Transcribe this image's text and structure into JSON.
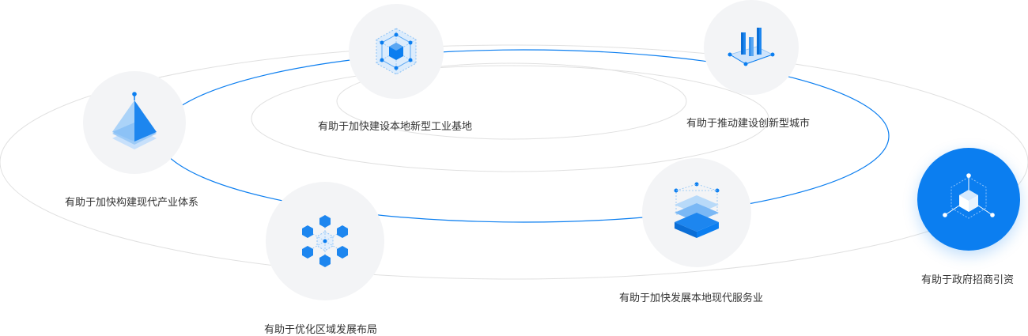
{
  "colors": {
    "accent": "#0b7ef0",
    "node_bg": "#f3f4f6",
    "orbit_gray": "#dcdcdc",
    "text": "#333333"
  },
  "benefits": [
    {
      "label": "有助于加快构建现代产业体系",
      "icon": "pyramid-icon"
    },
    {
      "label": "有助于加快建设本地新型工业基地",
      "icon": "hex-network-icon"
    },
    {
      "label": "有助于推动建设创新型城市",
      "icon": "bar-pillars-icon"
    },
    {
      "label": "有助于优化区域发展布局",
      "icon": "hex-cluster-icon"
    },
    {
      "label": "有助于加快发展本地现代服务业",
      "icon": "layered-stack-icon"
    },
    {
      "label": "有助于政府招商引资",
      "icon": "hex-connect-icon",
      "active": true
    }
  ]
}
